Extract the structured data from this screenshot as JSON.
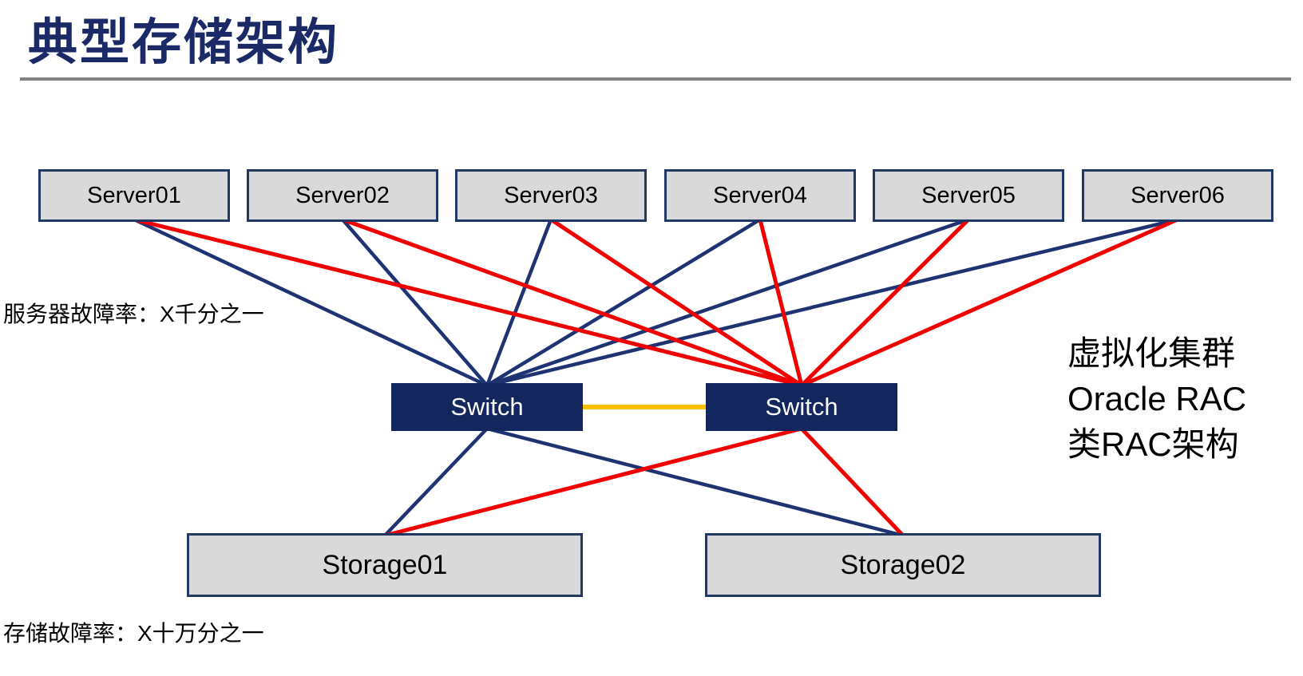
{
  "slide_title": "典型存储架构",
  "notes": {
    "server_failure_rate": "服务器故障率：X千分之一",
    "storage_failure_rate": "存储故障率：X十万分之一"
  },
  "cluster_label": {
    "line1": "虚拟化集群",
    "line2": "Oracle RAC",
    "line3": "类RAC架构"
  },
  "nodes": {
    "servers": [
      {
        "id": "server01",
        "label": "Server01"
      },
      {
        "id": "server02",
        "label": "Server02"
      },
      {
        "id": "server03",
        "label": "Server03"
      },
      {
        "id": "server04",
        "label": "Server04"
      },
      {
        "id": "server05",
        "label": "Server05"
      },
      {
        "id": "server06",
        "label": "Server06"
      }
    ],
    "switches": [
      {
        "id": "switch-left",
        "label": "Switch"
      },
      {
        "id": "switch-right",
        "label": "Switch"
      }
    ],
    "storages": [
      {
        "id": "storage01",
        "label": "Storage01"
      },
      {
        "id": "storage02",
        "label": "Storage02"
      }
    ]
  },
  "edges": [
    {
      "from": "server01",
      "to": "switch-left",
      "color": "navy"
    },
    {
      "from": "server02",
      "to": "switch-left",
      "color": "navy"
    },
    {
      "from": "server03",
      "to": "switch-left",
      "color": "navy"
    },
    {
      "from": "server04",
      "to": "switch-left",
      "color": "navy"
    },
    {
      "from": "server05",
      "to": "switch-left",
      "color": "navy"
    },
    {
      "from": "server06",
      "to": "switch-left",
      "color": "navy"
    },
    {
      "from": "switch-left",
      "to": "storage01",
      "color": "navy"
    },
    {
      "from": "switch-left",
      "to": "storage02",
      "color": "navy"
    },
    {
      "from": "server01",
      "to": "switch-right",
      "color": "red"
    },
    {
      "from": "server02",
      "to": "switch-right",
      "color": "red"
    },
    {
      "from": "server03",
      "to": "switch-right",
      "color": "red"
    },
    {
      "from": "server04",
      "to": "switch-right",
      "color": "red"
    },
    {
      "from": "server05",
      "to": "switch-right",
      "color": "red"
    },
    {
      "from": "server06",
      "to": "switch-right",
      "color": "red"
    },
    {
      "from": "switch-right",
      "to": "storage01",
      "color": "red"
    },
    {
      "from": "switch-right",
      "to": "storage02",
      "color": "red"
    },
    {
      "from": "switch-left",
      "to": "switch-right",
      "color": "yellow"
    }
  ],
  "colors": {
    "title": "#1b2a66",
    "navy": "#1f3272",
    "red": "#f20000",
    "yellow": "#ffc000",
    "node_fill": "#d9d9d9",
    "node_border": "#1f3864",
    "switch_fill": "#13265e"
  }
}
